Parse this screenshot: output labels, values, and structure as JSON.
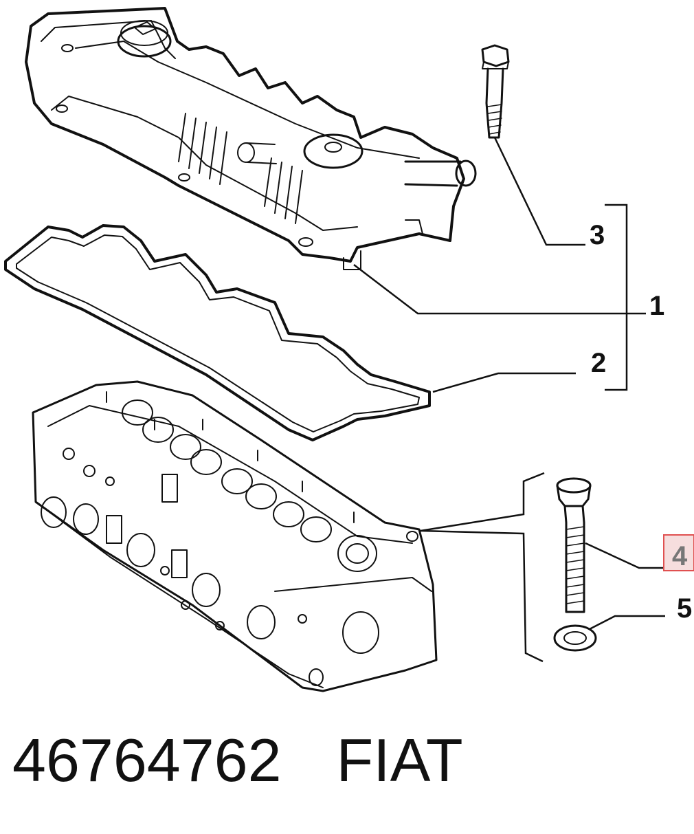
{
  "callouts": [
    {
      "id": "1",
      "label": "1"
    },
    {
      "id": "2",
      "label": "2"
    },
    {
      "id": "3",
      "label": "3"
    },
    {
      "id": "4",
      "label": "4",
      "highlighted": true
    },
    {
      "id": "5",
      "label": "5"
    }
  ],
  "footer": {
    "part_number": "46764762",
    "brand": "FIAT"
  },
  "colors": {
    "highlight_fill": "#f6dede",
    "highlight_border": "#e05050"
  }
}
